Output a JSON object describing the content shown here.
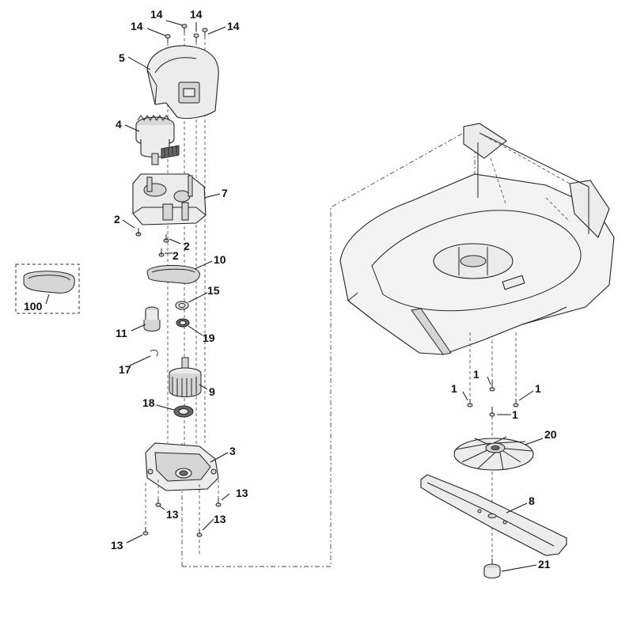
{
  "callouts": {
    "c14a": "14",
    "c14b": "14",
    "c14c": "14",
    "c14d": "14",
    "c5": "5",
    "c4": "4",
    "c7": "7",
    "c2a": "2",
    "c2b": "2",
    "c2c": "2",
    "c10": "10",
    "c100": "100",
    "c15": "15",
    "c11": "11",
    "c19": "19",
    "c17": "17",
    "c9": "9",
    "c18": "18",
    "c3": "3",
    "c13a": "13",
    "c13b": "13",
    "c13c": "13",
    "c13d": "13",
    "c1a": "1",
    "c1b": "1",
    "c1c": "1",
    "c1d": "1",
    "c20": "20",
    "c8": "8",
    "c21": "21"
  }
}
